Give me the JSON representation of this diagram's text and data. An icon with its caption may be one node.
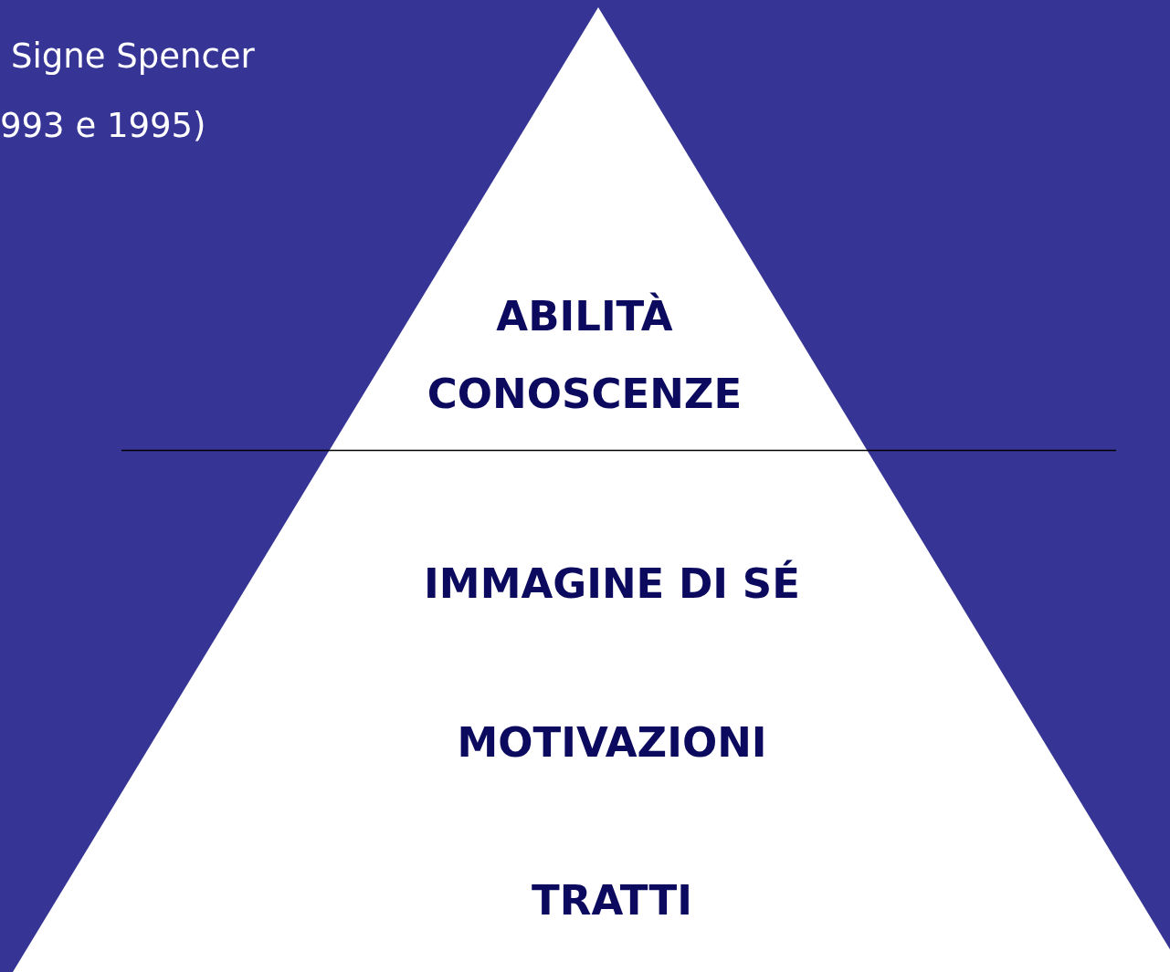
{
  "diagram": {
    "nodes": [
      {
        "text": [
          "ABILITÀ",
          "CONOSCENZE",
          "IMMAGINE DI SÉ",
          "MOTIVAZIONI",
          "TRATTI"
        ]
      }
    ],
    "edges": [],
    "labels": [
      "Signe Spencer",
      "993 e 1995)"
    ]
  }
}
